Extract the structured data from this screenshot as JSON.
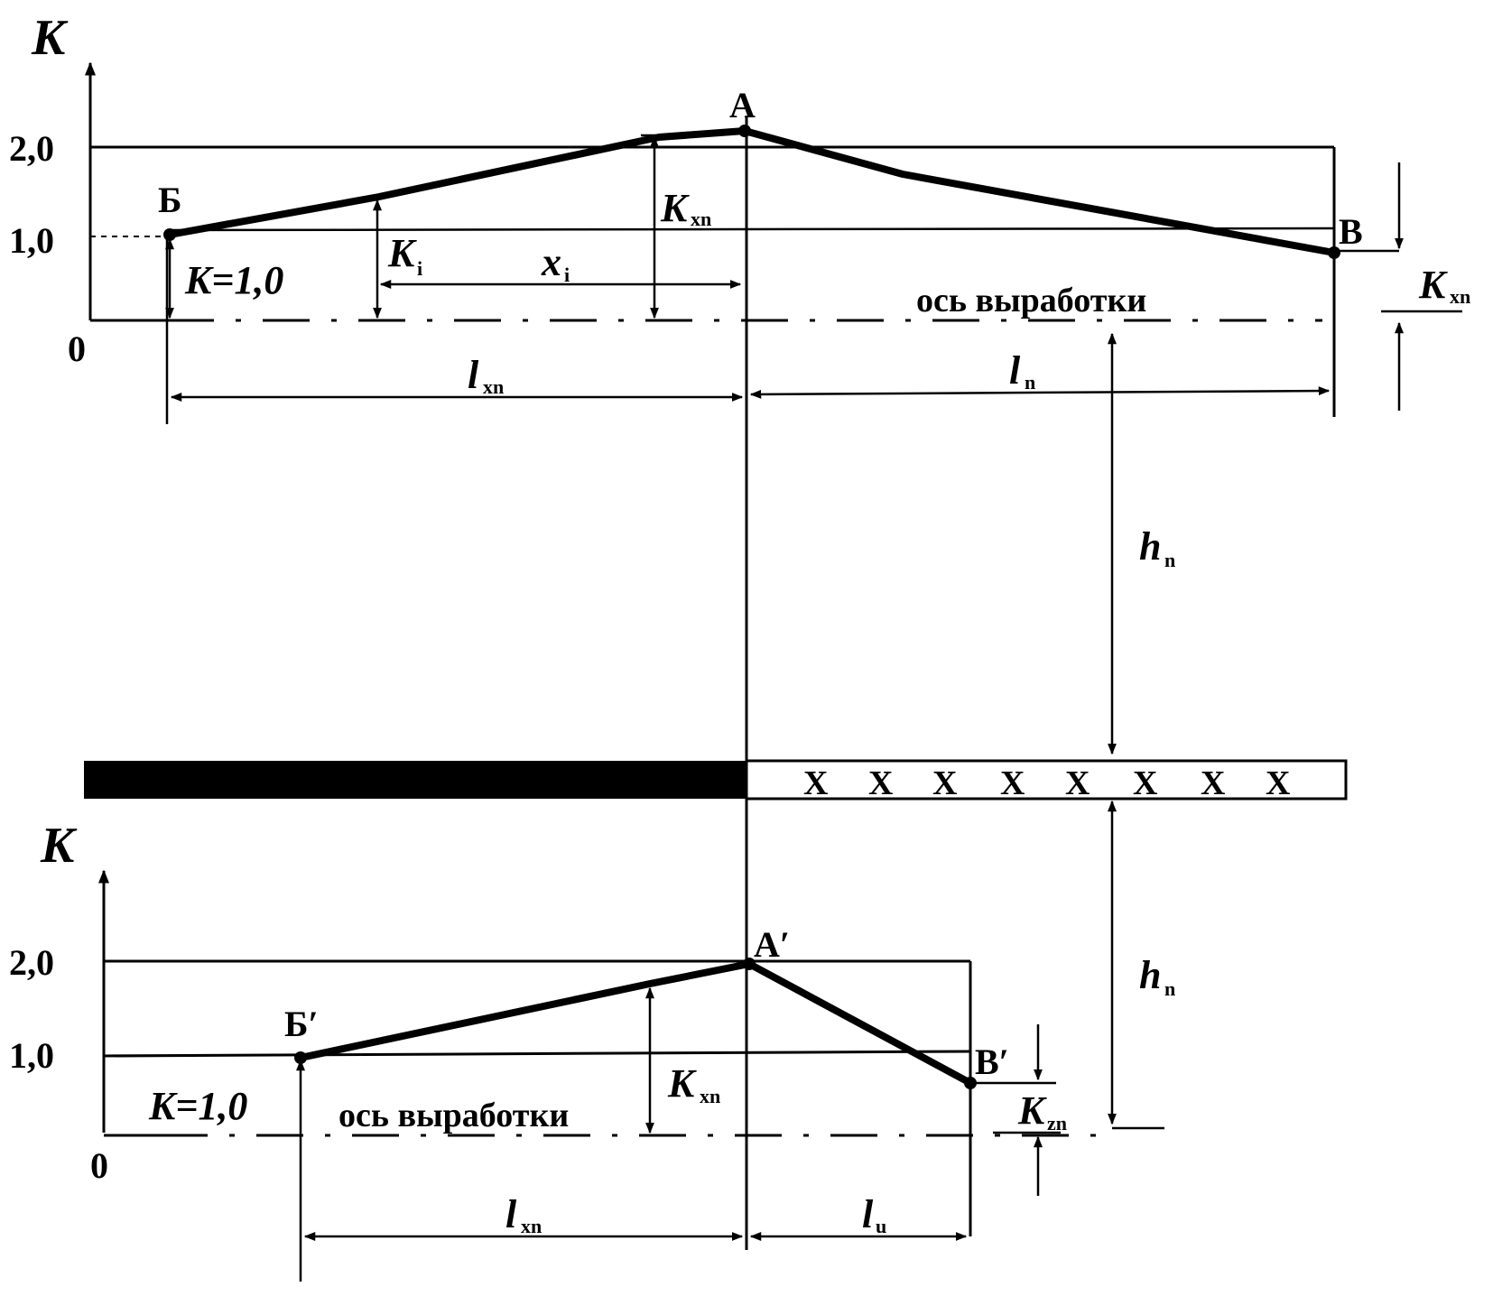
{
  "top": {
    "axis_label": "K",
    "ticks": [
      "2,0",
      "1,0",
      "0"
    ],
    "points": {
      "A": "A",
      "B": "Б",
      "V": "В"
    },
    "k_eq": "K=1,0",
    "k_i": "K",
    "k_i_sub": "i",
    "x_i": "x",
    "x_i_sub": "i",
    "k_max_left": "K",
    "k_max_left_sub": "xn",
    "k_max_right": "K",
    "k_max_right_sub": "xn",
    "axis_text": "ось выработки",
    "l_left": "l",
    "l_left_sub": "xn",
    "l_right": "l",
    "l_right_sub": "n",
    "h": "h",
    "h_sub": "n"
  },
  "bottom": {
    "axis_label": "K",
    "ticks": [
      "2,0",
      "1,0",
      "0"
    ],
    "points": {
      "A": "A′",
      "B": "Б′",
      "V": "В′"
    },
    "k_eq": "K=1,0",
    "axis_text": "ось выработки",
    "k_max_left": "K",
    "k_max_left_sub": "xn",
    "k_max_right": "K",
    "k_max_right_sub": "zn",
    "l_left": "l",
    "l_left_sub": "xn",
    "l_right": "l",
    "l_right_sub": "u",
    "h": "h",
    "h_sub": "n"
  },
  "seam": {
    "marks": [
      "X",
      "X",
      "X",
      "X",
      "X",
      "X",
      "X",
      "X"
    ]
  }
}
